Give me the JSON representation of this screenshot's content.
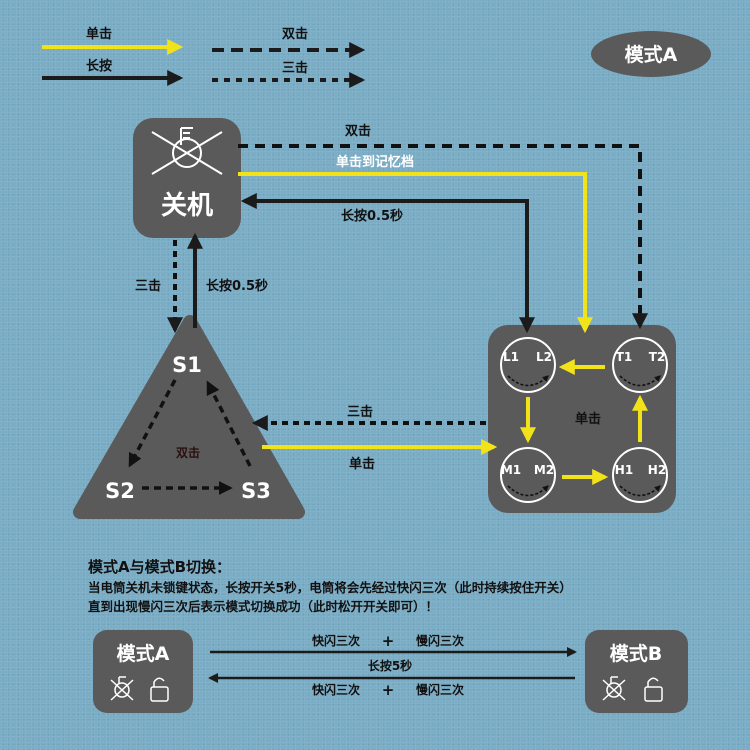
{
  "legend": {
    "single_click": "单击",
    "double_click": "双击",
    "long_press": "长按",
    "triple_click": "三击"
  },
  "mode_badge": "模式A",
  "off_box": {
    "label": "关机"
  },
  "triangle": {
    "s1": "S1",
    "s2": "S2",
    "s3": "S3",
    "center": "双击"
  },
  "square": {
    "l1": "L1",
    "l2": "L2",
    "t1": "T1",
    "t2": "T2",
    "m1": "M1",
    "m2": "M2",
    "h1": "H1",
    "h2": "H2",
    "center": "单击"
  },
  "arrows": {
    "top_double": "双击",
    "memory": "单击到记忆档",
    "long_press_top": "长按0.5秒",
    "left_triple": "三击",
    "left_long_press": "长按0.5秒",
    "mid_triple": "三击",
    "mid_single": "单击"
  },
  "switch_section": {
    "title": "模式A与模式B切换：",
    "line1": "当电筒关机未锁键状态，长按开关5秒，电筒将会先经过快闪三次（此时持续按住开关）",
    "line2": "直到出现慢闪三次后表示模式切换成功（此时松开开关即可）！",
    "mode_a": "模式A",
    "mode_b": "模式B",
    "fast_flash": "快闪三次",
    "plus": "+",
    "slow_flash": "慢闪三次",
    "long_press_5s": "长按5秒",
    "fast_flash_2": "快闪三次",
    "plus_2": "+",
    "slow_flash_2": "慢闪三次"
  },
  "colors": {
    "yellow": "#f2e21a",
    "black": "#1b1b1b",
    "panel": "#5a5a5a",
    "text_white": "#ffffff",
    "text_dark": "#111111"
  }
}
